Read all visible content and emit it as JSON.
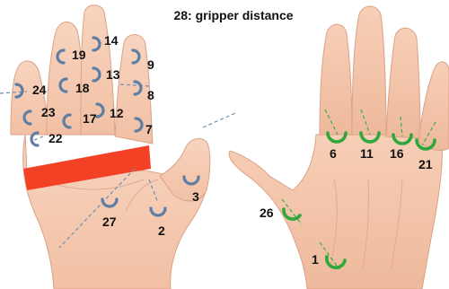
{
  "title": "28: gripper distance",
  "colors": {
    "skin": "#f6ccb3",
    "skin_shade": "#e8b196",
    "skin_outline": "#dba285",
    "palm_marker": "#5f7ea3",
    "palm_axis": "#6d8fb5",
    "back_marker": "#2ea83a",
    "back_axis": "#37b043",
    "band": "#f24125"
  },
  "icons": {
    "palm_marker": "arc-marker-icon",
    "back_marker": "arc-marker-icon"
  },
  "palm_hand": {
    "band": "red-gripper-band",
    "markers": [
      {
        "id": "14",
        "label": "14"
      },
      {
        "id": "19",
        "label": "19"
      },
      {
        "id": "9",
        "label": "9"
      },
      {
        "id": "13",
        "label": "13"
      },
      {
        "id": "18",
        "label": "18"
      },
      {
        "id": "8",
        "label": "8"
      },
      {
        "id": "24",
        "label": "24"
      },
      {
        "id": "23",
        "label": "23"
      },
      {
        "id": "17",
        "label": "17"
      },
      {
        "id": "12",
        "label": "12"
      },
      {
        "id": "7",
        "label": "7"
      },
      {
        "id": "22",
        "label": "22"
      },
      {
        "id": "3",
        "label": "3"
      },
      {
        "id": "27",
        "label": "27"
      },
      {
        "id": "2",
        "label": "2"
      }
    ]
  },
  "back_hand": {
    "markers": [
      {
        "id": "6",
        "label": "6"
      },
      {
        "id": "11",
        "label": "11"
      },
      {
        "id": "16",
        "label": "16"
      },
      {
        "id": "21",
        "label": "21"
      },
      {
        "id": "26",
        "label": "26"
      },
      {
        "id": "1",
        "label": "1"
      }
    ]
  }
}
